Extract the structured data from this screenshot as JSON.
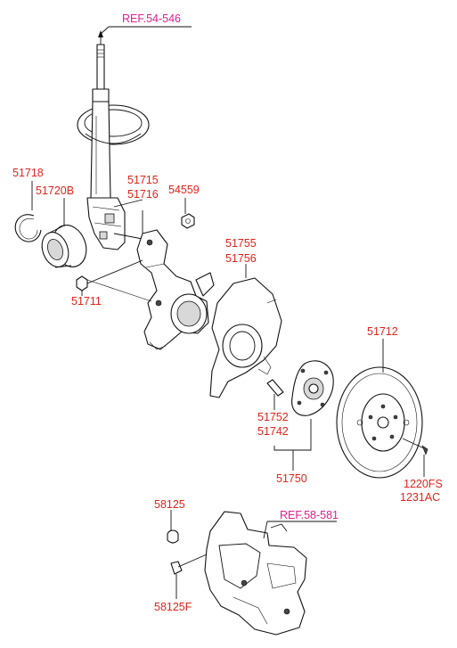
{
  "references": [
    {
      "id": "ref-54-546",
      "text": "REF.54-546"
    },
    {
      "id": "ref-58-581",
      "text": "REF.58-581"
    }
  ],
  "parts": [
    {
      "id": "51718",
      "text": "51718"
    },
    {
      "id": "51720b",
      "text": "51720B"
    },
    {
      "id": "51715",
      "text": "51715"
    },
    {
      "id": "51716",
      "text": "51716"
    },
    {
      "id": "54559",
      "text": "54559"
    },
    {
      "id": "51711",
      "text": "51711"
    },
    {
      "id": "51755",
      "text": "51755"
    },
    {
      "id": "51756",
      "text": "51756"
    },
    {
      "id": "51712",
      "text": "51712"
    },
    {
      "id": "51752",
      "text": "51752"
    },
    {
      "id": "51742",
      "text": "51742"
    },
    {
      "id": "51750",
      "text": "51750"
    },
    {
      "id": "1220fs",
      "text": "1220FS"
    },
    {
      "id": "1231ac",
      "text": "1231AC"
    },
    {
      "id": "58125",
      "text": "58125"
    },
    {
      "id": "58125f",
      "text": "58125F"
    }
  ],
  "colors": {
    "part_label": "#e2231a",
    "ref_label": "#e0208c",
    "outline": "#111111"
  }
}
